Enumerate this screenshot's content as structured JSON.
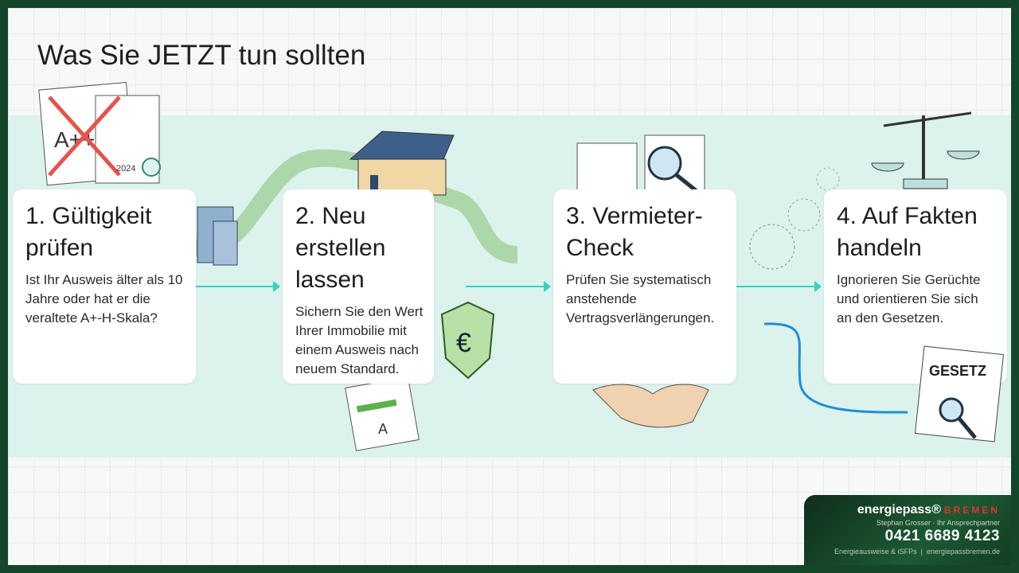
{
  "title": "Was Sie JETZT tun sollten",
  "steps": [
    {
      "heading": "1. Gültigkeit prüfen",
      "text": "Ist Ihr Ausweis älter als 10 Jahre oder hat er die veraltete A+-H-Skala?"
    },
    {
      "heading": "2. Neu erstellen lassen",
      "text": "Sichern Sie den Wert Ihrer Immobilie mit einem Ausweis nach neuem Standard."
    },
    {
      "heading": "3. Vermieter-Check",
      "text": "Prüfen Sie systematisch anstehende Vertragsverlängerungen."
    },
    {
      "heading": "4. Auf Fakten handeln",
      "text": "Ignorieren Sie Gerüchte und orientieren Sie sich an den Gesetzen."
    }
  ],
  "illustrations": {
    "old_certificate_label": "A++",
    "year": "2024",
    "new_certificate_label": "A",
    "euro": "€",
    "newspaper": "GESETZ"
  },
  "logo": {
    "brand": "energiepass®",
    "city": "BREMEN",
    "contact": "Stephan Grosser · Ihr Ansprechpartner",
    "phone": "0421 6689 4123",
    "tagline": "Energieausweise & iSFPs",
    "website": "energiepassbremen.de"
  },
  "colors": {
    "frame": "#14472a",
    "band": "#dcf2ec",
    "arrow": "#36d1c0",
    "city": "#e2322f"
  }
}
